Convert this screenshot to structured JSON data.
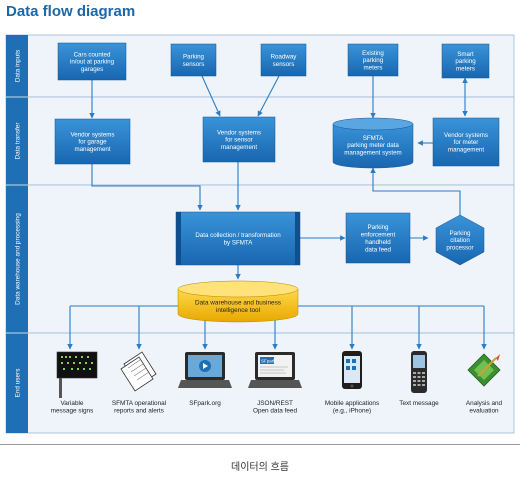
{
  "title": "Data flow diagram",
  "caption": "데이터의 흐름",
  "lanes": {
    "inputs": "Data inputs",
    "transfer": "Data transfer",
    "warehouse": "Data warehouse and processing",
    "users": "End users"
  },
  "nodes": {
    "garages": [
      "Cars counted",
      "in/out at parking",
      "garages"
    ],
    "parking_sensors": [
      "Parking",
      "sensors"
    ],
    "roadway_sensors": [
      "Roadway",
      "sensors"
    ],
    "existing_meters": [
      "Existing",
      "parking",
      "meters"
    ],
    "smart_meters": [
      "Smart",
      "parking",
      "meters"
    ],
    "vendor_garage": [
      "Vendor systems",
      "for garage",
      "management"
    ],
    "vendor_sensor": [
      "Vendor systems",
      "for sensor",
      "management"
    ],
    "sfmta_db": [
      "SFMTA",
      "parking meter data",
      "management system"
    ],
    "vendor_meter": [
      "Vendor systems",
      "for meter",
      "management"
    ],
    "collection": [
      "Data collection / transformation",
      "by SFMTA"
    ],
    "handheld": [
      "Parking",
      "enforcement",
      "handheld",
      "data feed"
    ],
    "citation": [
      "Parking",
      "citation",
      "processor"
    ],
    "warehouse_db": [
      "Data warehouse and business",
      "intelligence tool"
    ]
  },
  "users": {
    "signs": [
      "Variable",
      "message signs"
    ],
    "reports": [
      "SFMTA operational",
      "reports and alerts"
    ],
    "sfpark": [
      "SFpark.org"
    ],
    "json": [
      "JSON/REST",
      "Open data feed"
    ],
    "mobile": [
      "Mobile applications",
      "(e.g., iPhone)"
    ],
    "text": [
      "Text message"
    ],
    "analysis": [
      "Analysis and",
      "evaluation"
    ]
  },
  "icon_labels": {
    "sfpark_screen": "SFpark"
  },
  "colors": {
    "accent": "#1c67a8",
    "lane": "#1f6fb4",
    "lane_bg": "#eef4fa",
    "box": "#1f7bc6",
    "arrow": "#2b7cc4",
    "db": "#f0c20c"
  }
}
